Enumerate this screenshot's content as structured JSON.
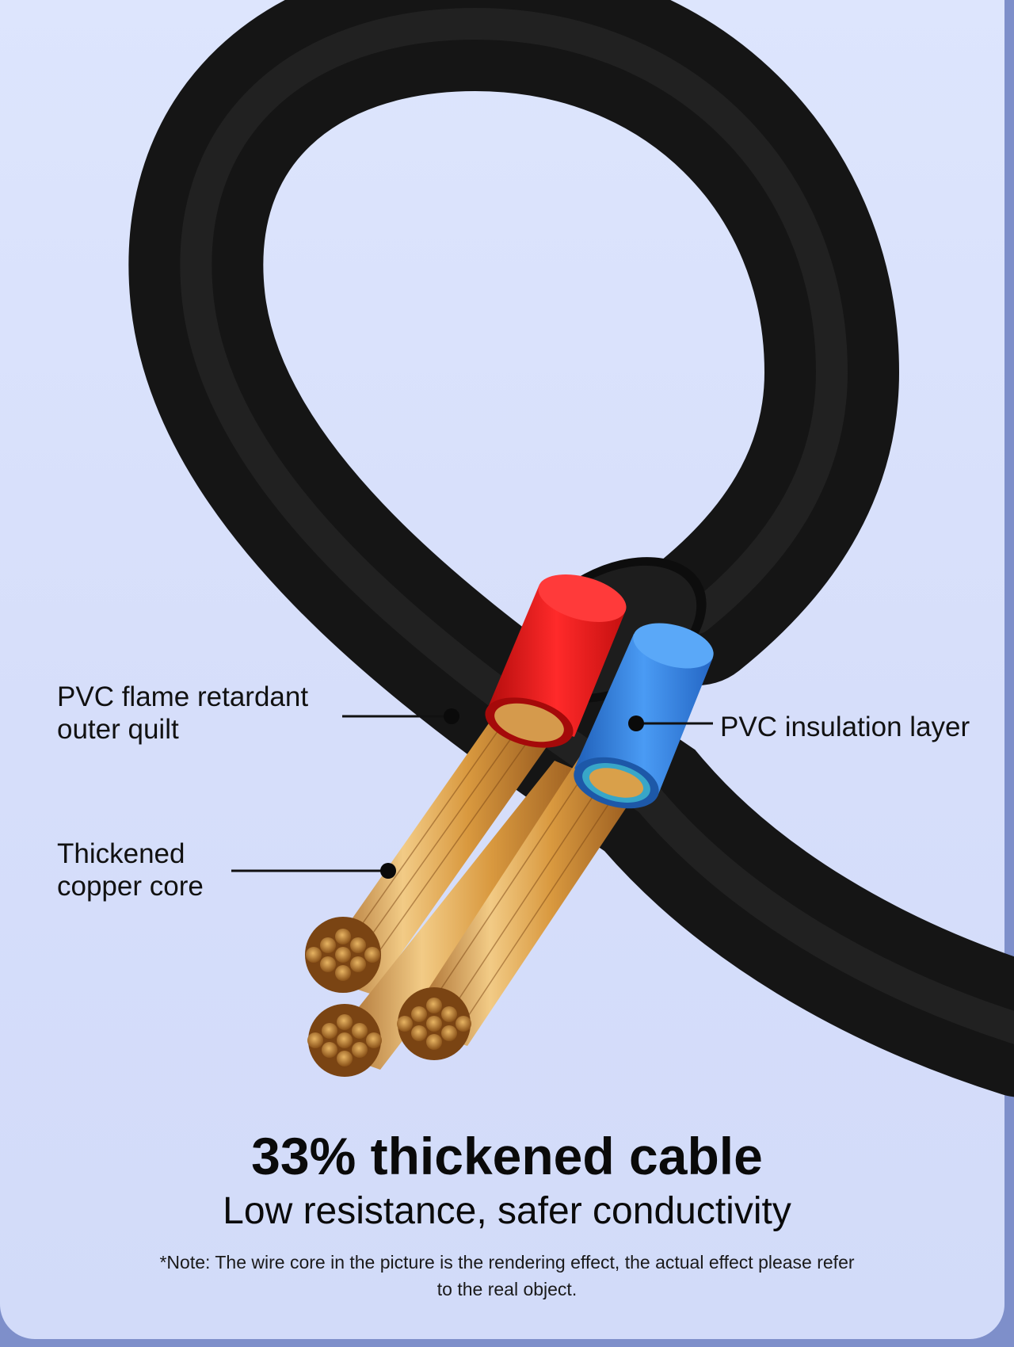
{
  "callouts": {
    "outer_quilt": [
      "PVC flame retardant",
      "outer quilt"
    ],
    "insulation": "PVC insulation layer",
    "copper_core": [
      "Thickened",
      "copper core"
    ]
  },
  "headline": "33% thickened cable",
  "subheadline": "Low resistance, safer conductivity",
  "note": "*Note: The wire core in the picture is the rendering effect, the actual effect please refer to the real object.",
  "colors": {
    "background": "#dde5fd",
    "frame": "#7e8fca",
    "cable_jacket": "#1b1b1b",
    "red_wire": "#e31b1b",
    "blue_wire": "#2f7fe0",
    "copper": "#d9a04a",
    "text": "#0a0a0a"
  }
}
